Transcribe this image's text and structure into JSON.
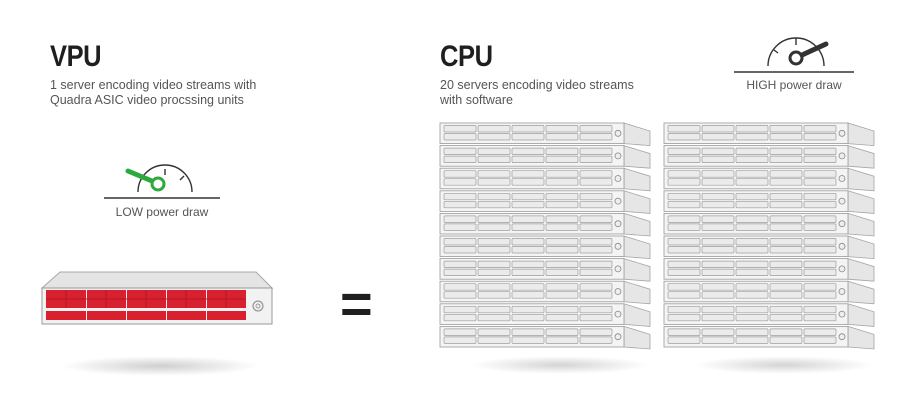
{
  "vpu": {
    "title": "VPU",
    "description_line1": "1 server encoding video streams with",
    "description_line2": "Quadra ASIC video procssing units",
    "gauge_label": "LOW power draw",
    "accent_color": "#d8202f",
    "gauge_color": "#2eaa3c"
  },
  "equals": "=",
  "cpu": {
    "title": "CPU",
    "description_line1": "20 servers encoding video streams",
    "description_line2": "with software",
    "gauge_label": "HIGH power draw",
    "server_count": 20,
    "gauge_color": "#333333"
  }
}
